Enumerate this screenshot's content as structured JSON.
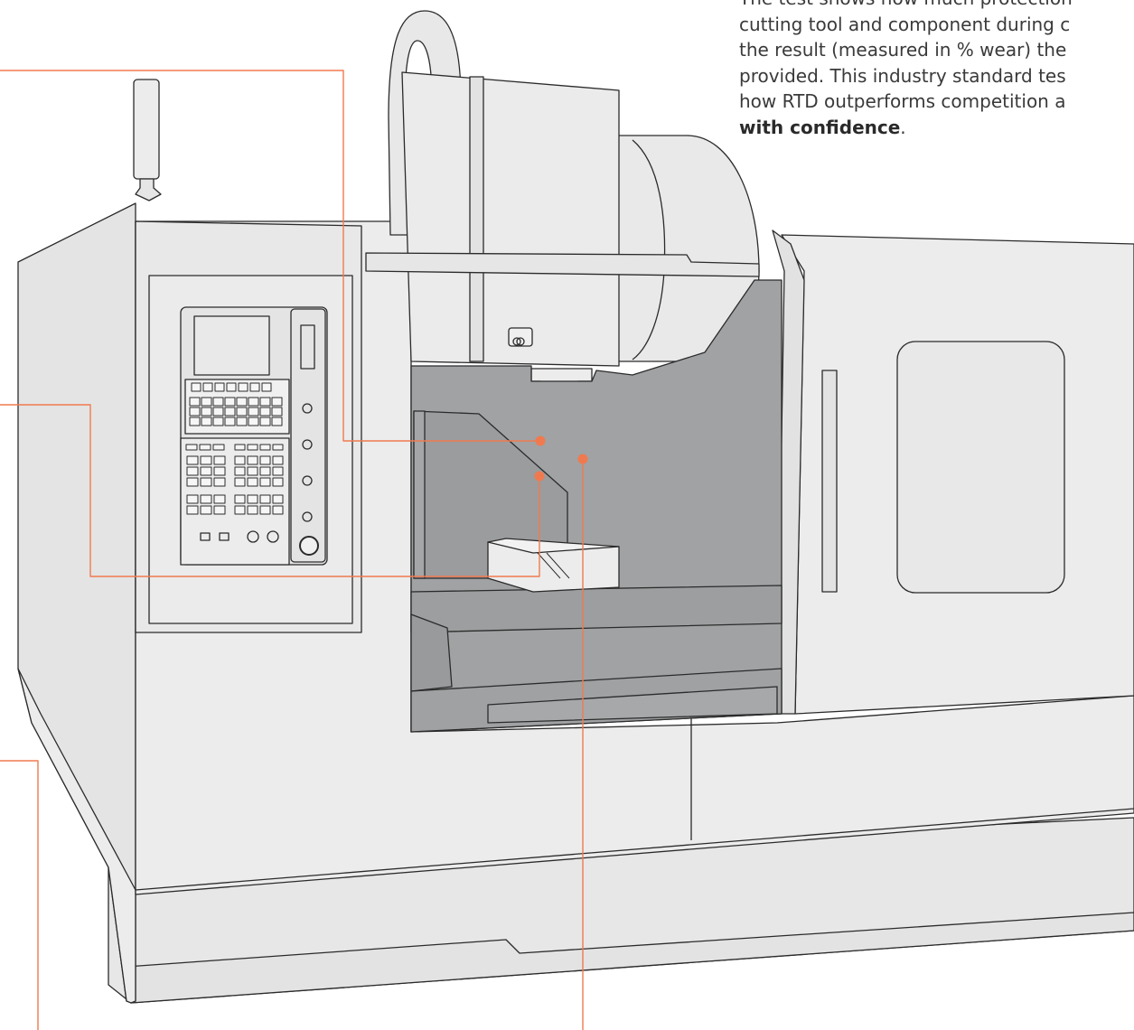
{
  "caption": {
    "lines": [
      "The test shows how much protection",
      "cutting tool and component during c",
      "the result (measured in % wear) the",
      "provided. This industry standard tes",
      "how RTD outperforms competition a"
    ],
    "emphasis": "with confidence",
    "emphasis_suffix": "."
  },
  "colors": {
    "accent": "#f07a4f",
    "body_fill": "#ebebeb",
    "cabinet_fill": "#9fa1a3",
    "outline": "#2b2b2b",
    "panel_fill": "#e6e6e6"
  },
  "icons": {
    "callout_marker": "orange-dot",
    "machine": "cnc-milling-machine"
  }
}
